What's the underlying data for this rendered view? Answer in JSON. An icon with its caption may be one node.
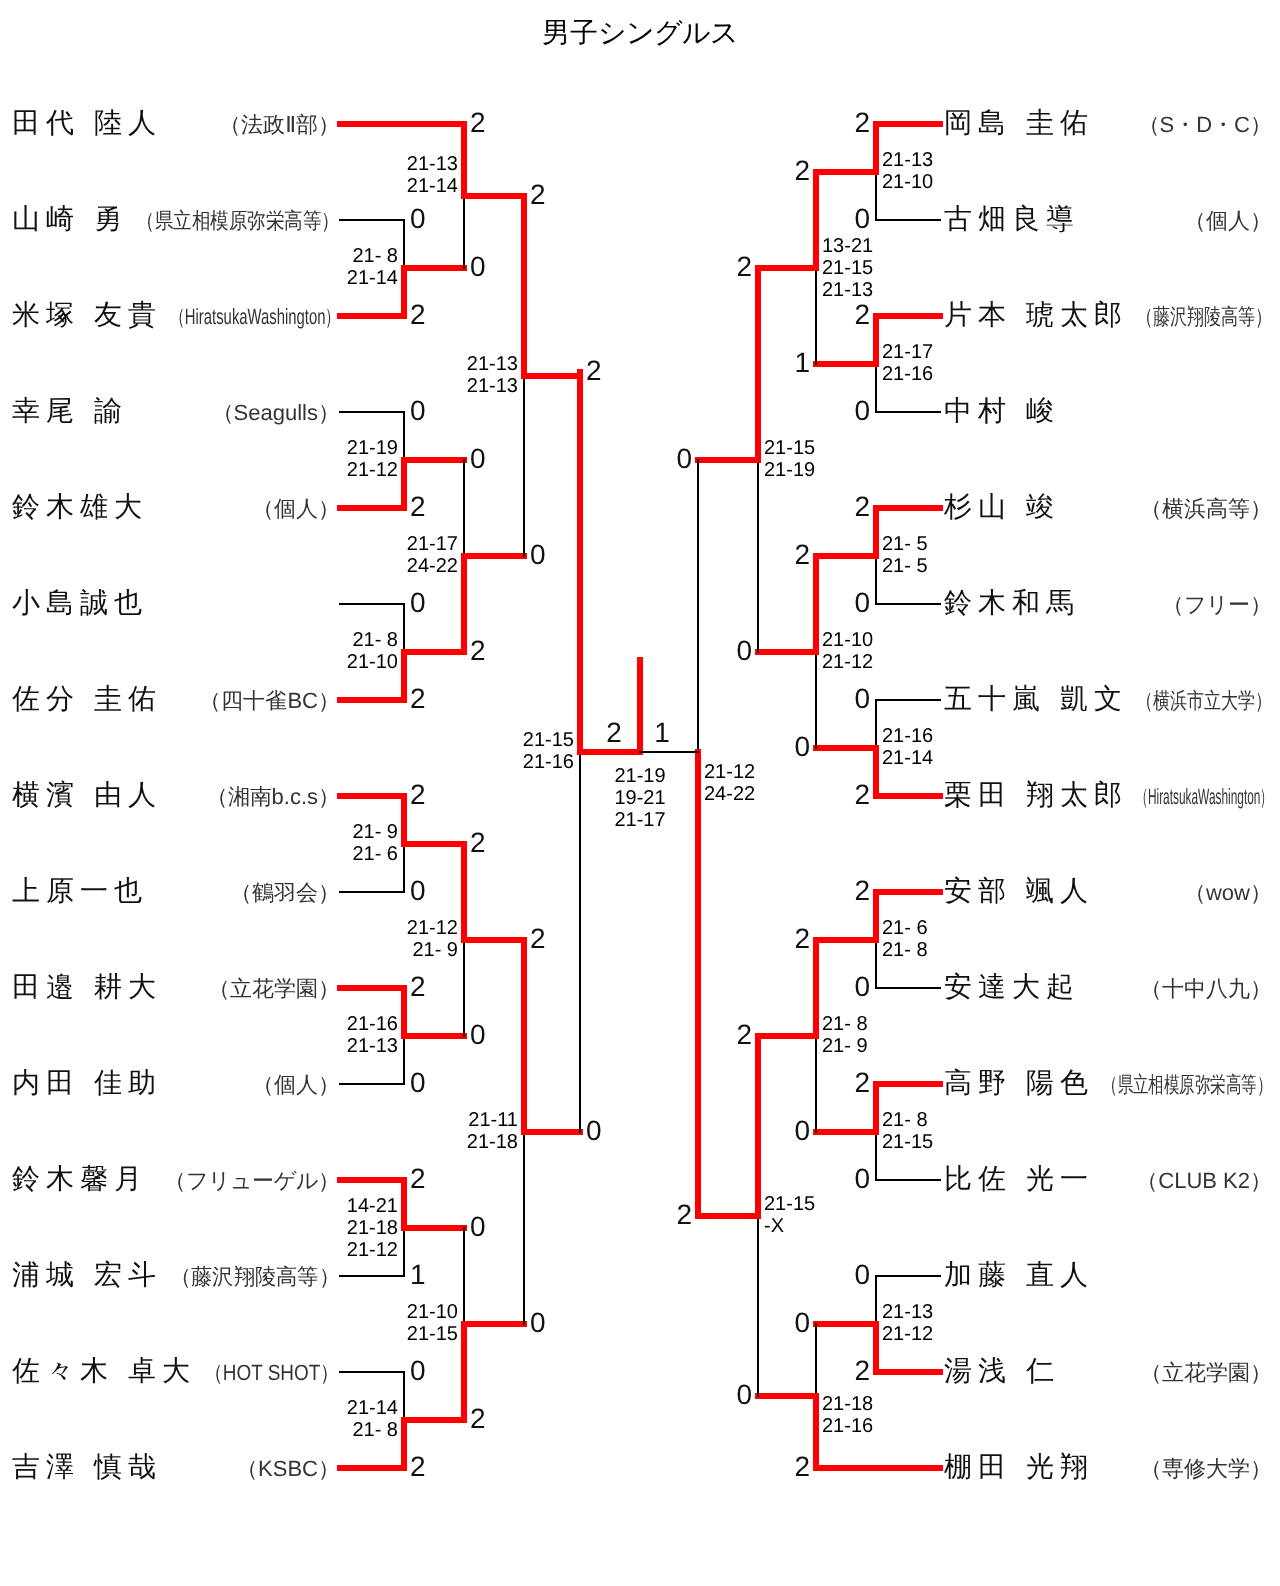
{
  "diagram": {
    "title": "男子シングルス",
    "nodes": [
      {
        "text": [
          "田代 陸人",
          "（法政Ⅱ部）"
        ]
      },
      {
        "text": [
          "山崎 勇",
          "（県立相模原弥栄高等）"
        ]
      },
      {
        "text": [
          "米塚 友貴",
          "（HiratsukaWashington）"
        ]
      },
      {
        "text": [
          "幸尾 諭",
          "（Seagulls）"
        ]
      },
      {
        "text": [
          "鈴木雄大",
          "（個人）"
        ]
      },
      {
        "text": [
          "小島誠也"
        ]
      },
      {
        "text": [
          "佐分 圭佑",
          "（四十雀BC）"
        ]
      },
      {
        "text": [
          "横濱 由人",
          "（湘南b.c.s）"
        ]
      },
      {
        "text": [
          "上原一也",
          "（鶴羽会）"
        ]
      },
      {
        "text": [
          "田邉 耕大",
          "（立花学園）"
        ]
      },
      {
        "text": [
          "内田 佳助",
          "（個人）"
        ]
      },
      {
        "text": [
          "鈴木馨月",
          "（フリューゲル）"
        ]
      },
      {
        "text": [
          "浦城 宏斗",
          "（藤沢翔陵高等）"
        ]
      },
      {
        "text": [
          "佐々木 卓大",
          "（HOT SHOT）"
        ]
      },
      {
        "text": [
          "吉澤 慎哉",
          "（KSBC）"
        ]
      },
      {
        "text": [
          "岡島 圭佑",
          "（S・D・C）"
        ]
      },
      {
        "text": [
          "古畑良導",
          "（個人）"
        ]
      },
      {
        "text": [
          "片本 琥太郎",
          "（藤沢翔陵高等）"
        ]
      },
      {
        "text": [
          "中村 峻"
        ]
      },
      {
        "text": [
          "杉山 竣",
          "（横浜高等）"
        ]
      },
      {
        "text": [
          "鈴木和馬",
          "（フリー）"
        ]
      },
      {
        "text": [
          "五十嵐 凱文",
          "（横浜市立大学）"
        ]
      },
      {
        "text": [
          "栗田 翔太郎",
          "（HiratsukaWashington）"
        ]
      },
      {
        "text": [
          "安部 颯人",
          "（wow）"
        ]
      },
      {
        "text": [
          "安達大起",
          "（十中八九）"
        ]
      },
      {
        "text": [
          "高野 陽色",
          "（県立相模原弥栄高等）"
        ]
      },
      {
        "text": [
          "比佐 光一",
          "（CLUB K2）"
        ]
      },
      {
        "text": [
          "加藤 直人"
        ]
      },
      {
        "text": [
          "湯浅 仁",
          "（立花学園）"
        ]
      },
      {
        "text": [
          "棚田 光翔",
          "（専修大学）"
        ]
      }
    ],
    "labels": [
      "0",
      "2",
      "21- 8",
      "21-14",
      "0",
      "2",
      "21-19",
      "21-12",
      "0",
      "2",
      "21- 8",
      "21-10",
      "2",
      "0",
      "21- 9",
      "21- 6",
      "2",
      "0",
      "21-16",
      "21-13",
      "2",
      "1",
      "14-21",
      "21-18",
      "21-12",
      "0",
      "2",
      "21-14",
      "21- 8",
      "2",
      "0",
      "21-13",
      "21-14",
      "0",
      "2",
      "21-17",
      "24-22",
      "2",
      "0",
      "21-12",
      "21- 9",
      "0",
      "2",
      "21-10",
      "21-15",
      "2",
      "0",
      "21-13",
      "21-13",
      "2",
      "0",
      "21-11",
      "21-18",
      "2",
      "0",
      "21-15",
      "21-16",
      "2",
      "1",
      "21-19",
      "19-21",
      "21-17",
      "2",
      "0",
      "21-13",
      "21-10",
      "2",
      "0",
      "21-17",
      "21-16",
      "2",
      "0",
      "21- 5",
      "21- 5",
      "0",
      "2",
      "21-16",
      "21-14",
      "2",
      "0",
      "21- 6",
      "21- 8",
      "2",
      "0",
      "21- 8",
      "21-15",
      "0",
      "2",
      "21-13",
      "21-12",
      "2",
      "1",
      "13-21",
      "21-15",
      "21-13",
      "2",
      "0",
      "21-10",
      "21-12",
      "2",
      "0",
      "21- 8",
      "21- 9",
      "0",
      "2",
      "21-18",
      "21-16",
      "2",
      "0",
      "21-15",
      "21-19",
      "2",
      "0",
      "21-15",
      "-X",
      "0",
      "2",
      "21-12",
      "24-22"
    ]
  }
}
